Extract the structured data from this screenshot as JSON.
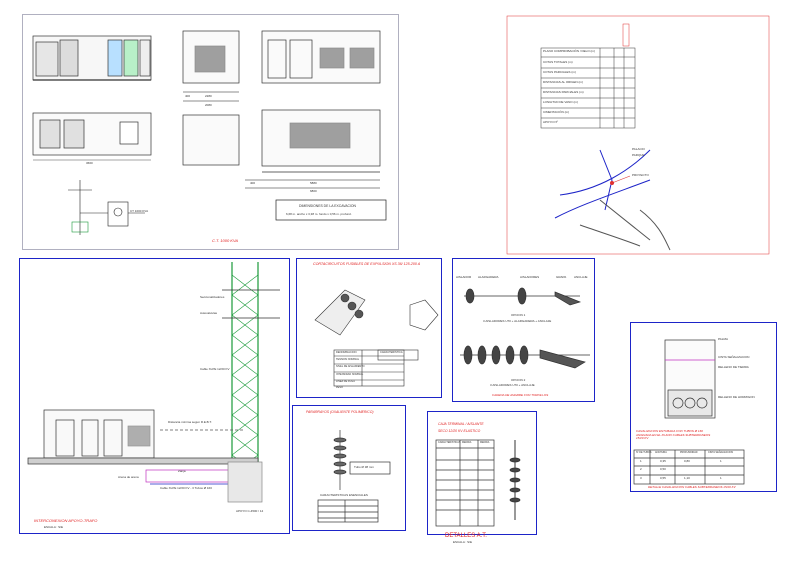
{
  "ct_sheet": {
    "title": "C.T. 1000 KVA",
    "excavation_title": "DIMENSIONES DE LA EXCAVACION",
    "excavation_dims": "6,68 m. ancho x 3,38 m. fondo x 0,56 m. profund.",
    "dimensions": {
      "d_400a": "400",
      "d_2280": "2280",
      "d_5880": "5880",
      "d_6800": "6800",
      "d_2080": "2080",
      "d_3660": "3660",
      "d_400b": "400"
    },
    "transformer_label": "CT 1000 KVA"
  },
  "location_sheet": {
    "rows": [
      "PLANO COMPROBACIÓN / DELO (m)",
      "COTAS TOTALES (m)",
      "COTAS PARCIALES (m)",
      "DISTANCIAS AL ORIGEN (m)",
      "DISTANCIAS PARCIALES (m)",
      "LONGITUD DE VANO (m)",
      "CIMENTACIÓN (m)",
      "APOYO Nº"
    ],
    "map_labels": [
      "PALACIO",
      "PARQUE",
      "PROYECTO"
    ]
  },
  "pole_panel": {
    "title": "INTERCONEXION APOYO-TRAFO",
    "scale": "ESCALA : S/E",
    "labels": [
      "Seccionalizadores",
      "Autovalvulas",
      "Cable XLPE 12/20 KV",
      "Distancia mínima segun R.E.B.T.",
      "Arena de arena",
      "Cable XLPE 12/20 KV - 3 Tubos Ø 160",
      "Zanja",
      "APOYO C-4500 / 14"
    ]
  },
  "fuse_panel": {
    "title": "CORTACIRCUITOS FUSIBLES DE EXPULSION XS 36/ 125-200 A",
    "table_header": [
      "DENOMINACION",
      "CARACTERISTICA"
    ],
    "table_rows": [
      "TENSION NOMINAL",
      "NIVEL DE AISLAMIENTO",
      "INTENSIDAD NOMINAL",
      "LINEA DE FUGA",
      "PESO"
    ]
  },
  "insulator_panel": {
    "top_labels": [
      "AISLADOR",
      "ALARGADERA",
      "AISLADORES",
      "GRAPA",
      "ANCLAJE"
    ],
    "option1": "OPCION 1",
    "option1_desc": "3 AISLADORES U70 + ALARGADERA + ANCLAJE",
    "option2": "OPCION 2",
    "option2_desc": "3 AISLADORES U70 + ANCLAJE",
    "title": "CADENA DE AMARRE CON TORNILLOS"
  },
  "arrester_panel": {
    "title": "PARARRAYOS (OXALIENTE POLIMERICO)",
    "table_title": "CARACTERISTICAS ESENCIALES",
    "dim": "Tubo Ø 38 mm"
  },
  "terminal_panel": {
    "title": "CAJA TERMINAL / AISLANTE",
    "subtitle": "SECO 12/20 KV ELASTICO",
    "table_header": [
      "CARACTERISTICAS",
      "MEDIDA",
      "MEDIDA"
    ]
  },
  "trench_panel": {
    "labels": [
      "PALMA",
      "CINTA SEÑALIZACION",
      "RELLENO DE TIERRA",
      "RELLENO DE HORMIGON"
    ],
    "note": "CANALIZACION ENTUBADA CON TUBOS Ø 160 ASIGNADA EN EL PLANO CABLES SUBTERRANEOS 15/20 KV",
    "table_header": [
      "Nº DE TUBOS",
      "ANCHURA",
      "PROFUNDIDAD",
      "CINTA SEÑALIZACION"
    ],
    "table_rows": [
      [
        "1",
        "0,35",
        "0,80",
        "1"
      ],
      [
        "2",
        "0,50",
        "",
        ""
      ],
      [
        "3",
        "0,55",
        "1,10",
        "1"
      ]
    ],
    "title": "DETALLE CANALIZACION CABLES SUBTERRANEOS 15/20 KV"
  },
  "footer": {
    "title": "DETALLES A.T.",
    "scale": "ESCALA : S/E"
  },
  "colors": {
    "blue_frame": "#1d24c8",
    "red_text": "#e02020",
    "green": "#1a9a3a",
    "magenta": "#c030c0"
  }
}
